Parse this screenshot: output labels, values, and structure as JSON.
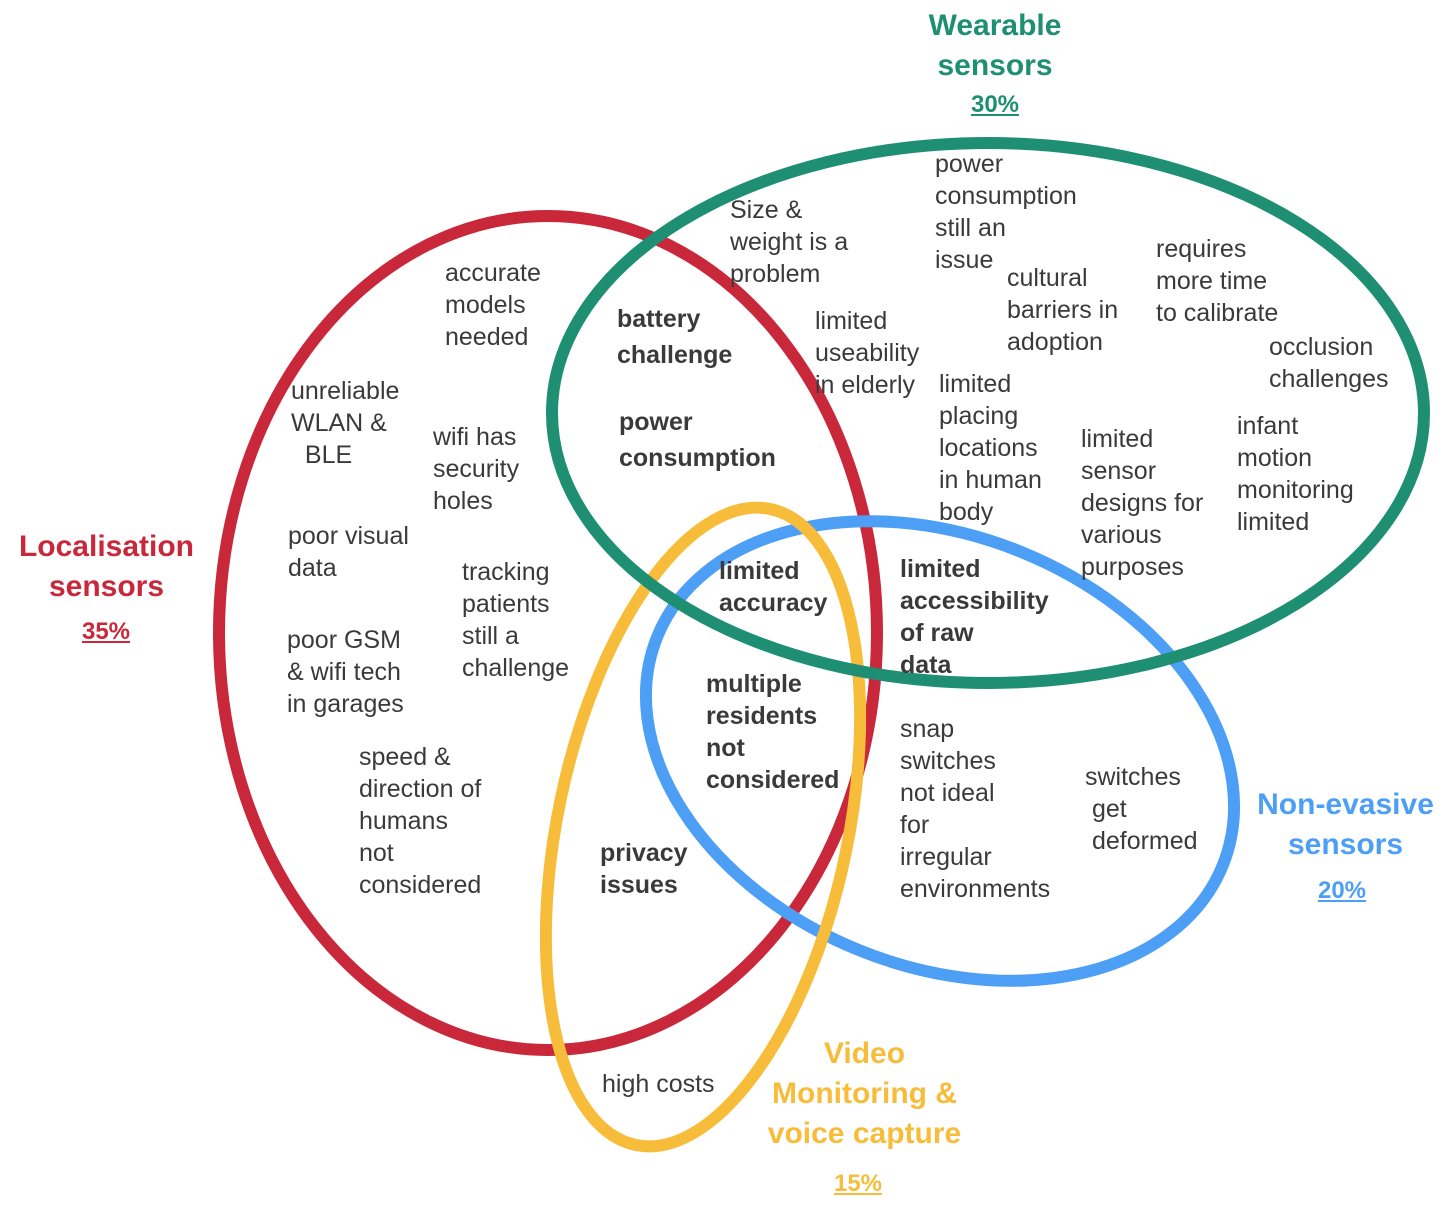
{
  "colors": {
    "localisation": "#c9283b",
    "wearable": "#1e8f72",
    "non_evasive": "#4d9ff6",
    "video": "#f7bd3a",
    "text": "#3a3a3a"
  },
  "sets": {
    "localisation": {
      "title": "Localisation\nsensors",
      "share": "35%"
    },
    "wearable": {
      "title": "Wearable\nsensors",
      "share": "30%"
    },
    "non_evasive": {
      "title": "Non-evasive\nsensors",
      "share": "20%"
    },
    "video": {
      "title": "Video\nMonitoring &\nvoice capture",
      "share": "15%"
    }
  },
  "items": {
    "accurate_models": "accurate\nmodels\nneeded",
    "unreliable_wlan": "unreliable\nWLAN &\n  BLE",
    "wifi_security": "wifi has\nsecurity\nholes",
    "poor_visual": "poor visual\ndata",
    "tracking_patients": "tracking\npatients\nstill a\nchallenge",
    "poor_gsm": "poor GSM\n& wifi tech\nin garages",
    "speed_direction": "speed &\ndirection of\nhumans\nnot\nconsidered",
    "battery": "battery\nchallenge",
    "power_bold": "power\nconsumption",
    "size_weight": "Size &\nweight is a\nproblem",
    "power_issue": "power\nconsumption\nstill an\nissue",
    "requires_time": "requires\nmore time\nto calibrate",
    "limited_useability": "limited\nuseability\nin elderly",
    "cultural": "cultural\nbarriers in\nadoption",
    "occlusion": "occlusion\nchallenges",
    "limited_placing": "limited\nplacing\nlocations\nin human\nbody",
    "limited_sensor": "limited\nsensor\ndesigns for\nvarious\npurposes",
    "infant": "infant\nmotion\nmonitoring\nlimited",
    "limited_accuracy": "limited\naccuracy",
    "limited_access": "limited\naccessibility\nof raw\ndata",
    "multiple_residents": "multiple\nresidents\nnot\nconsidered",
    "snap_switches": "snap\nswitches\nnot ideal\nfor\nirregular\nenvironments",
    "switches_deformed": "switches\n get\n deformed",
    "privacy": "privacy\nissues",
    "high_costs": "high costs"
  }
}
